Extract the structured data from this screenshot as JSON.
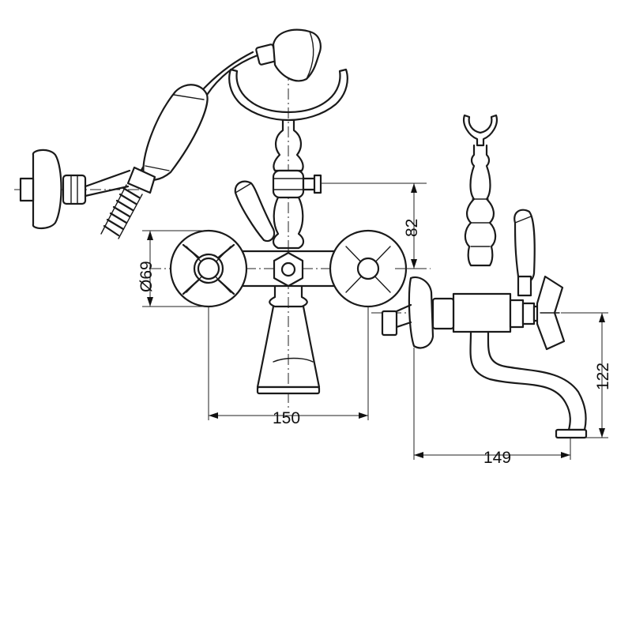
{
  "dimensions": {
    "body_width": "150",
    "spout_projection": "149",
    "spout_height": "122",
    "outlet_height": "82",
    "flange_diameter": "Ø69"
  }
}
